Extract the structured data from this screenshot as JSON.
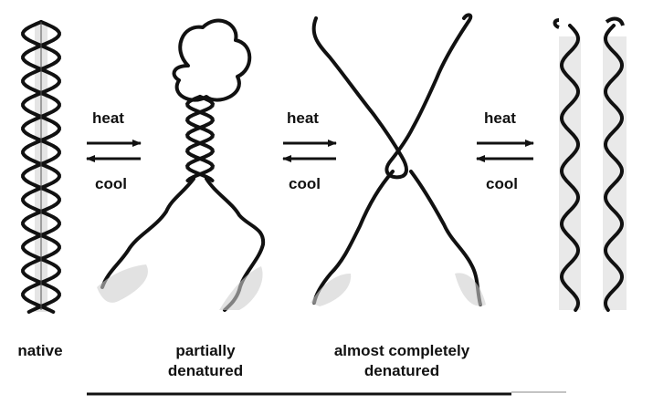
{
  "transitions": [
    {
      "forward": "heat",
      "reverse": "cool"
    },
    {
      "forward": "heat",
      "reverse": "cool"
    },
    {
      "forward": "heat",
      "reverse": "cool"
    }
  ],
  "states": [
    {
      "lines": [
        "native"
      ]
    },
    {
      "lines": [
        "partially",
        "denatured"
      ]
    },
    {
      "lines": [
        "almost completely",
        "denatured"
      ]
    }
  ]
}
